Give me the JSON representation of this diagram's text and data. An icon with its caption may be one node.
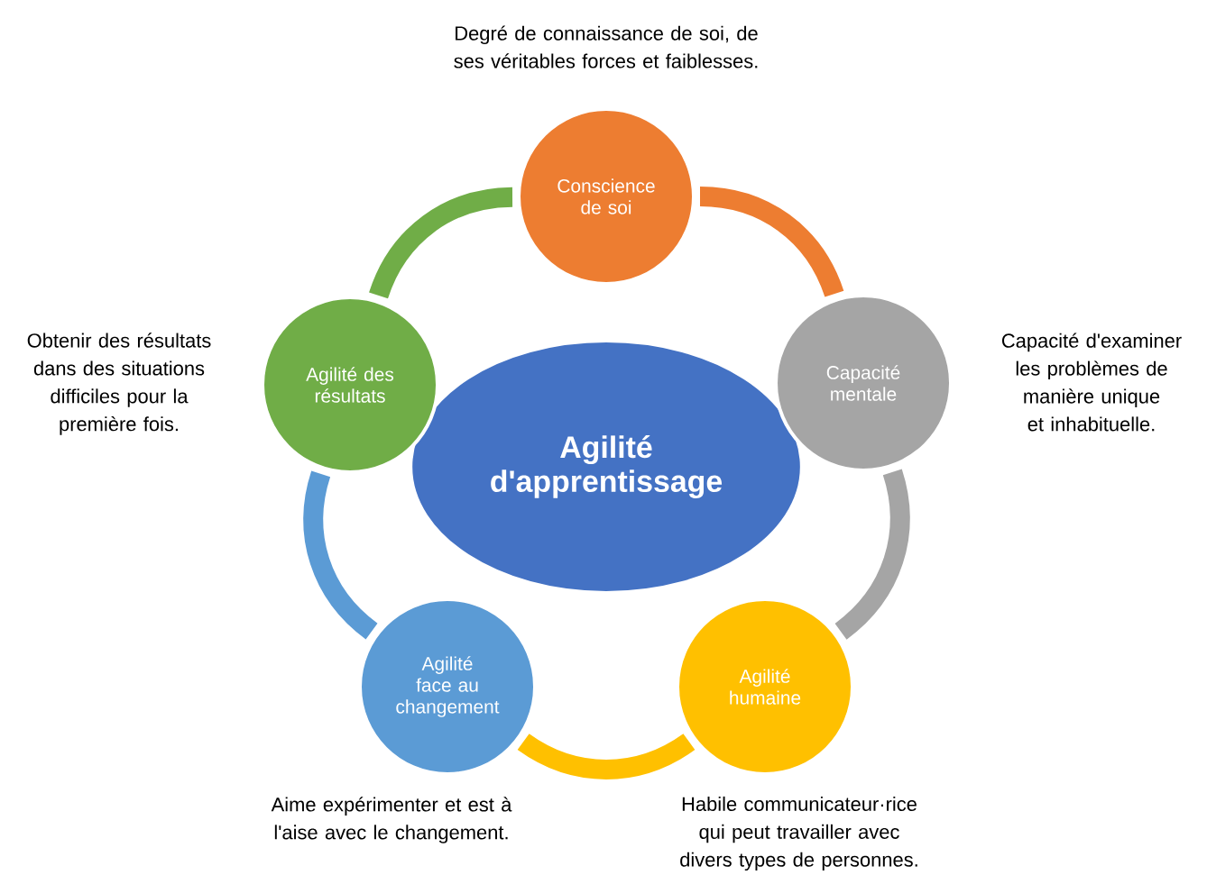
{
  "diagram": {
    "nodes": [
      {
        "text": [
          "Agilité d'apprentissage"
        ]
      },
      {
        "text": [
          "Conscience de soi"
        ],
        "beside": [
          "Degré de connaissance de soi, de ses véritables forces et faiblesses."
        ]
      },
      {
        "text": [
          "Capacité mentale"
        ],
        "beside": [
          "Capacité d'examiner les problèmes de manière unique et inhabituelle."
        ]
      },
      {
        "text": [
          "Agilité humaine"
        ],
        "beside": [
          "Habile communicateur·rice qui peut travailler avec divers types de personnes."
        ]
      },
      {
        "text": [
          "Agilité face au changement"
        ],
        "beside": [
          "Aime expérimenter et est à l'aise avec le changement."
        ]
      },
      {
        "text": [
          "Agilité des résultats"
        ],
        "beside": [
          "Obtenir des résultats dans des situations difficiles pour la première fois."
        ]
      }
    ],
    "edges": [
      {
        "from": 1,
        "to": 2,
        "arrow": "none",
        "color": "#ed7d31"
      },
      {
        "from": 2,
        "to": 3,
        "arrow": "none",
        "color": "#a5a5a5"
      },
      {
        "from": 3,
        "to": 4,
        "arrow": "none",
        "color": "#ffc000"
      },
      {
        "from": 4,
        "to": 5,
        "arrow": "none",
        "color": "#5b9bd5"
      },
      {
        "from": 5,
        "to": 1,
        "arrow": "none",
        "color": "#70ad47"
      }
    ]
  }
}
